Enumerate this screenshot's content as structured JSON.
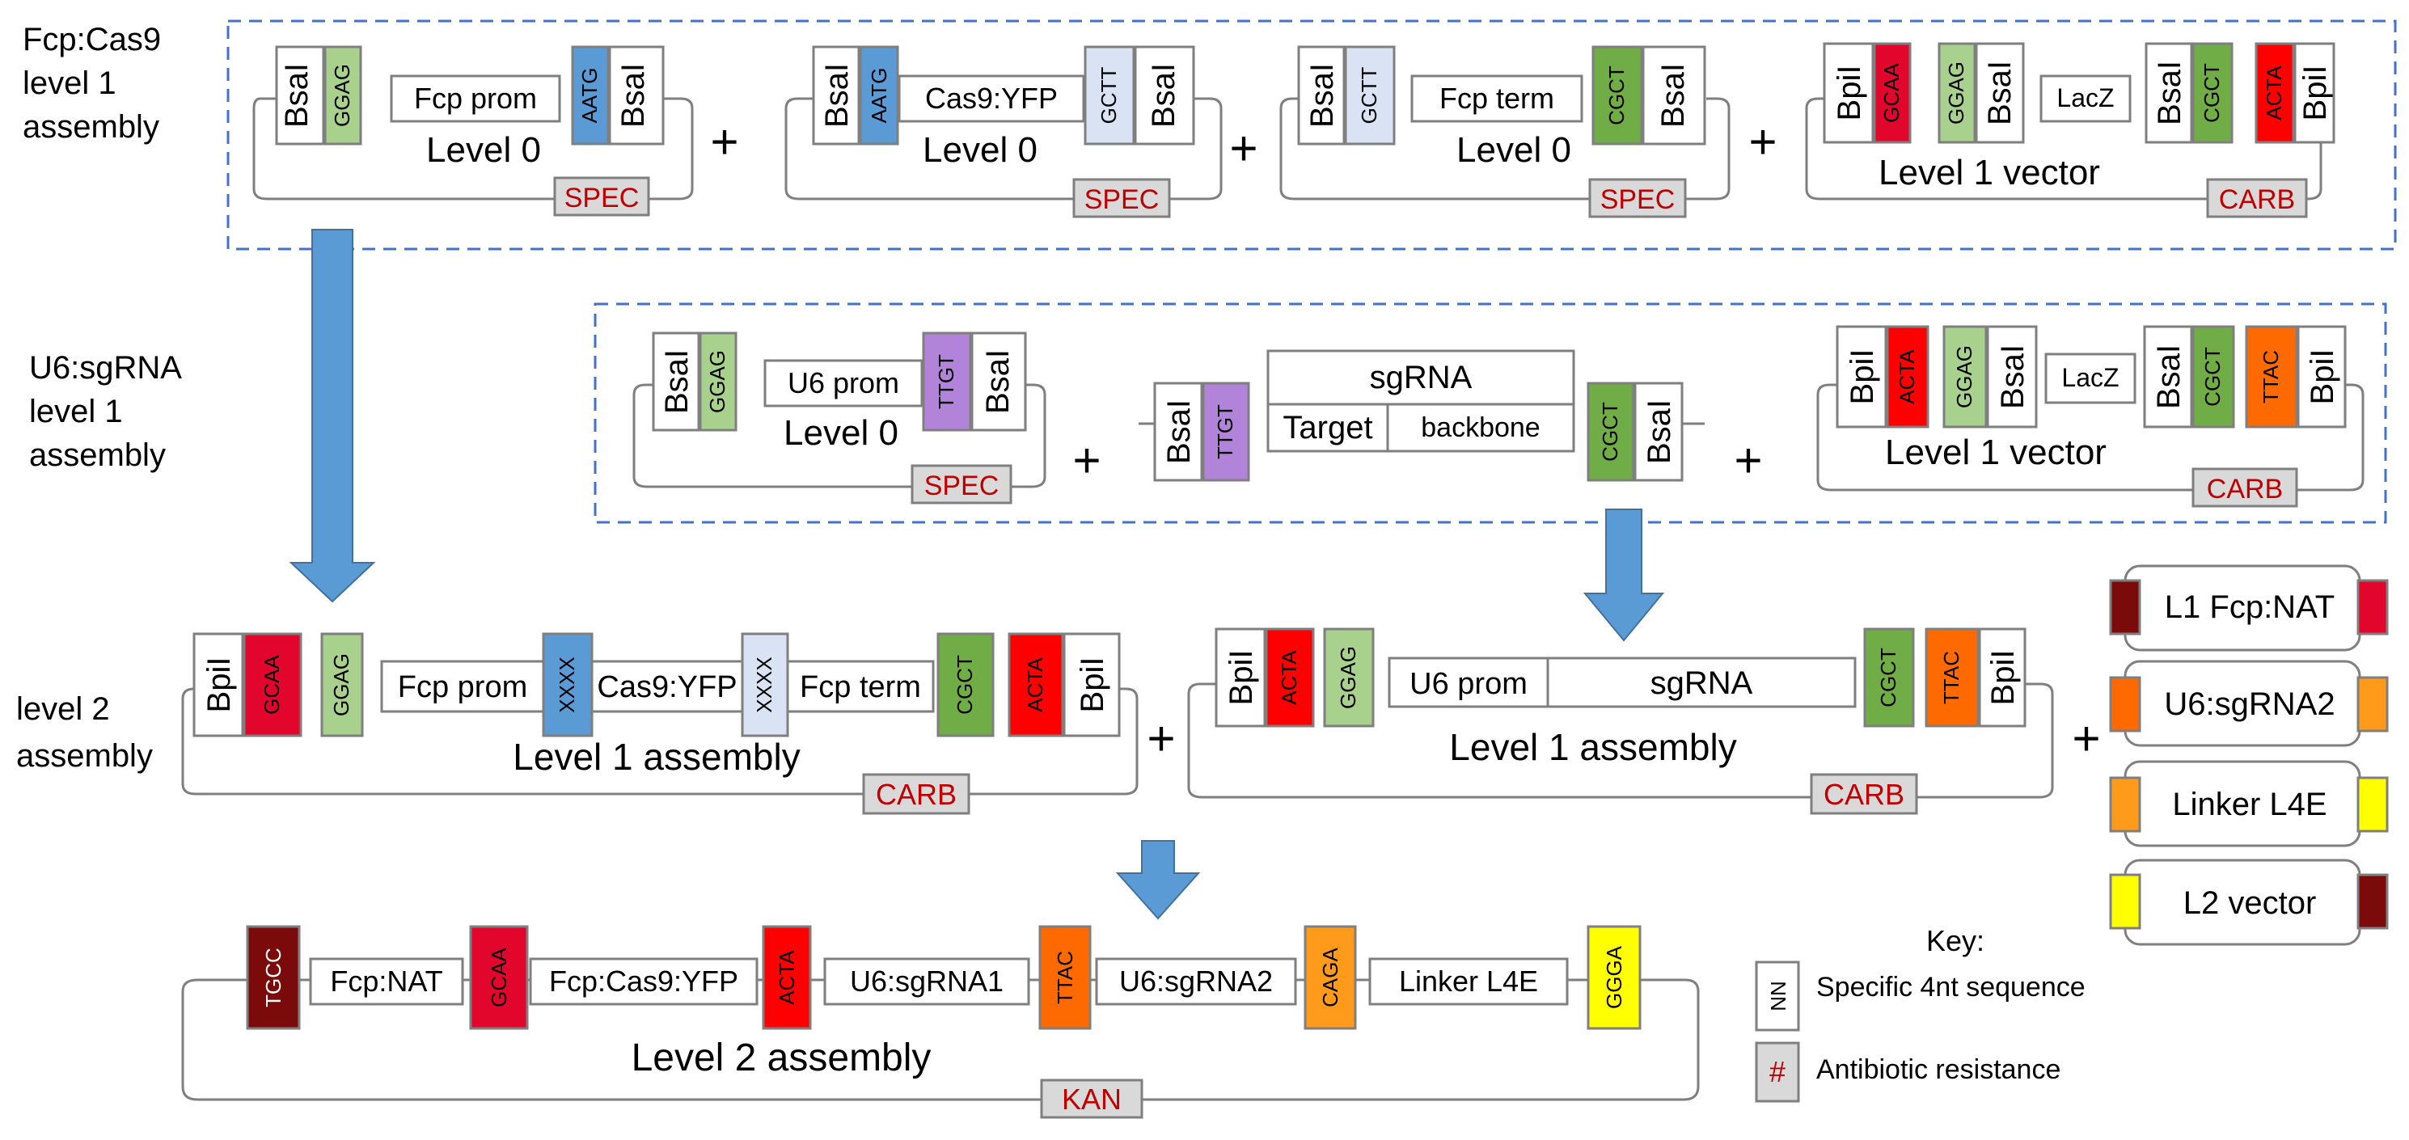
{
  "sections": {
    "fcp_cas9": "Fcp:Cas9\nlevel 1\nassembly",
    "u6_sgrna": "U6:sgRNA\nlevel 1\nassembly",
    "level2": "level 2\nassembly"
  },
  "plus": "+",
  "colors": {
    "border": "#7f7f7f",
    "dash": "#4472c4",
    "arrow": "#5b9bd5",
    "arrow_stroke": "#41719c",
    "resist_fill": "#d9d9d9",
    "resist_text": "#c00000",
    "ggag": "#a9d18e",
    "aatg": "#5b9bd5",
    "gctt": "#dae3f3",
    "cgct": "#70ad47",
    "gcaa": "#e2062d",
    "acta": "#ff0000",
    "ttgt": "#b183d9",
    "ttac": "#ff6a00",
    "caga": "#ff9a1a",
    "ggga": "#ffff00",
    "tgcc": "#7b0b0b"
  },
  "fcp_row": {
    "prom": {
      "sites": [
        "BsaI",
        "GGAG",
        "AATG",
        "BsaI"
      ],
      "label": "Fcp prom",
      "title": "Level 0",
      "resist": "SPEC"
    },
    "cas9": {
      "sites": [
        "BsaI",
        "AATG",
        "GCTT",
        "BsaI"
      ],
      "label": "Cas9:YFP",
      "title": "Level 0",
      "resist": "SPEC"
    },
    "term": {
      "sites": [
        "BsaI",
        "GCTT",
        "CGCT",
        "BsaI"
      ],
      "label": "Fcp term",
      "title": "Level 0",
      "resist": "SPEC"
    },
    "vector": {
      "sites": [
        "BpiI",
        "GCAA",
        "GGAG",
        "BsaI",
        "BsaI",
        "CGCT",
        "ACTA",
        "BpiI"
      ],
      "label": "LacZ",
      "title": "Level 1 vector",
      "resist": "CARB"
    }
  },
  "u6_row": {
    "prom": {
      "sites": [
        "BsaI",
        "GGAG",
        "TTGT",
        "BsaI"
      ],
      "label": "U6 prom",
      "title": "Level 0",
      "resist": "SPEC"
    },
    "sgrna": {
      "sites": [
        "BsaI",
        "TTGT",
        "CGCT",
        "BsaI"
      ],
      "top": "sgRNA",
      "target": "Target",
      "backbone": "backbone"
    },
    "vector": {
      "sites": [
        "BpiI",
        "ACTA",
        "GGAG",
        "BsaI",
        "BsaI",
        "CGCT",
        "TTAC",
        "BpiI"
      ],
      "label": "LacZ",
      "title": "Level 1 vector",
      "resist": "CARB"
    }
  },
  "l2_row": {
    "cas9": {
      "sites": [
        "BpiI",
        "GCAA",
        "GGAG",
        "XXXX",
        "XXXX",
        "CGCT",
        "ACTA",
        "BpiI"
      ],
      "prom": "Fcp prom",
      "cds": "Cas9:YFP",
      "term": "Fcp term",
      "title": "Level 1 assembly",
      "resist": "CARB"
    },
    "u6": {
      "sites": [
        "BpiI",
        "ACTA",
        "GGAG",
        "CGCT",
        "TTAC",
        "BpiI"
      ],
      "prom": "U6 prom",
      "sgrna": "sgRNA",
      "title": "Level 1 assembly",
      "resist": "CARB"
    }
  },
  "side_parts": [
    "L1 Fcp:NAT",
    "U6:sgRNA2",
    "Linker L4E",
    "L2 vector"
  ],
  "final": {
    "sites": [
      "TGCC",
      "GCAA",
      "ACTA",
      "TTAC",
      "CAGA",
      "GGGA"
    ],
    "parts": [
      "Fcp:NAT",
      "Fcp:Cas9:YFP",
      "U6:sgRNA1",
      "U6:sgRNA2",
      "Linker L4E"
    ],
    "title": "Level 2 assembly",
    "resist": "KAN"
  },
  "key": {
    "title": "Key:",
    "seq_symbol": "NN",
    "seq_label": "Specific 4nt sequence",
    "res_symbol": "#",
    "res_label": "Antibiotic resistance"
  }
}
